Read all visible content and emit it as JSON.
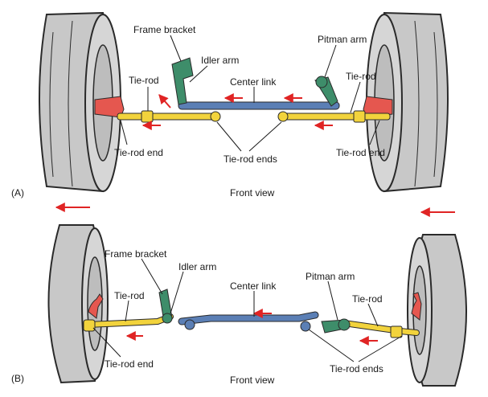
{
  "panel_a": {
    "tag": "(A)",
    "view": "Front view",
    "labels": {
      "frame_bracket": "Frame bracket",
      "idler_arm": "Idler arm",
      "center_link": "Center link",
      "pitman_arm": "Pitman arm",
      "tie_rod_left": "Tie-rod",
      "tie_rod_right": "Tie-rod",
      "tie_rod_end_left": "Tie-rod end",
      "tie_rod_ends": "Tie-rod ends",
      "tie_rod_end_right": "Tie-rod end"
    }
  },
  "panel_b": {
    "tag": "(B)",
    "view": "Front view",
    "labels": {
      "frame_bracket": "Frame bracket",
      "idler_arm": "Idler arm",
      "center_link": "Center link",
      "pitman_arm": "Pitman arm",
      "tie_rod_left": "Tie-rod",
      "tie_rod_right": "Tie-rod",
      "tie_rod_end": "Tie-rod end",
      "tie_rod_ends": "Tie-rod ends"
    }
  },
  "colors": {
    "tire": "#c8c8c8",
    "tire_outline": "#2a2a2a",
    "tie_rod": "#f2d33c",
    "center_link": "#5b7fb5",
    "arm": "#3e8d6a",
    "knuckle": "#e5574f",
    "arrow": "#e02424"
  }
}
